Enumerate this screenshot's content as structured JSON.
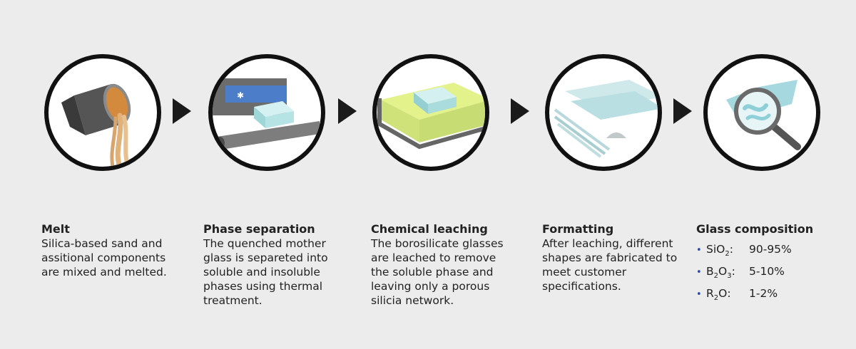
{
  "steps": [
    {
      "title": "Melt",
      "description": "Silica-based sand and assitional components are mixed and melted.",
      "icon": "crucible-pouring-icon"
    },
    {
      "title": "Phase separation",
      "description": "The quenched mother glass is separeted into soluble and insoluble phases using thermal treatment.",
      "icon": "conveyor-oven-icon"
    },
    {
      "title": "Chemical leaching",
      "description": "The borosilicate glasses are leached to remove the soluble phase and leaving only a porous silicia network.",
      "icon": "leaching-bath-icon"
    },
    {
      "title": "Formatting",
      "description": "After leaching, different shapes are fabricated to meet customer specifications.",
      "icon": "glass-shapes-icon"
    },
    {
      "title": "Glass composition",
      "icon": "magnifier-icon"
    }
  ],
  "composition": [
    {
      "base1": "SiO",
      "sub1": "2",
      "base2": "",
      "sub2": "",
      "suffix": ":",
      "value": "90-95%"
    },
    {
      "base1": "B",
      "sub1": "2",
      "base2": "O",
      "sub2": "3",
      "suffix": ":",
      "value": "5-10%"
    },
    {
      "base1": "R",
      "sub1": "2",
      "base2": "O",
      "sub2": "",
      "suffix": ":",
      "value": "1-2%"
    }
  ],
  "colors": {
    "background": "#ececec",
    "circle_border": "#111111",
    "bullet": "#2b4aa0",
    "arrow": "#1a1a1a"
  }
}
